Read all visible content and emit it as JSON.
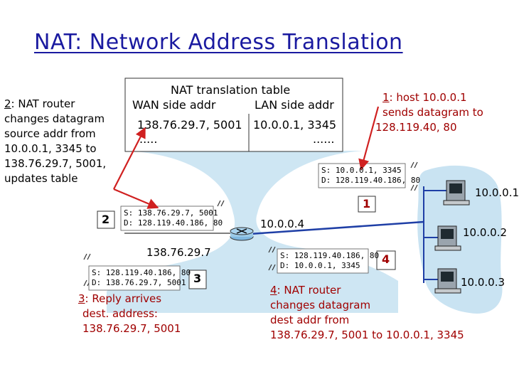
{
  "title": "NAT: Network Address Translation",
  "colors": {
    "title": "#1a1aa0",
    "arrow": "#d02020",
    "cloud": "#c9e3f2",
    "lan_blob": "#c9e3f2",
    "lan_line": "#1f3fa6",
    "note": "#a00000"
  },
  "nat_table": {
    "heading": "NAT translation table",
    "col_wan": "WAN side addr",
    "col_lan": "LAN side addr",
    "row_wan": "138.76.29.7, 5001",
    "row_lan": "10.0.0.1, 3345",
    "ellipsis_wan": ".....",
    "ellipsis_lan": "......"
  },
  "step1": {
    "num": "1",
    "label": ": host 10.0.0.1",
    "line2": "sends datagram to",
    "line3": "128.119.40, 80",
    "badge": "1"
  },
  "step2": {
    "num": "2",
    "label": ": NAT router",
    "line2": "changes datagram",
    "line3": "source addr from",
    "line4": "10.0.0.1, 3345 to",
    "line5": "138.76.29.7, 5001,",
    "line6": "updates table",
    "badge": "2"
  },
  "step3": {
    "num": "3",
    "label": ": Reply arrives",
    "line2": "dest. address:",
    "line3": "138.76.29.7, 5001",
    "badge": "3"
  },
  "step4": {
    "num": "4",
    "label": ": NAT router",
    "line2": "changes datagram",
    "line3": "dest addr from",
    "line4": "138.76.29.7, 5001 to 10.0.0.1, 3345",
    "badge": "4"
  },
  "packets": {
    "p1_src": "S: 10.0.0.1, 3345",
    "p1_dst": "D: 128.119.40.186, 80",
    "p2_src": "S: 138.76.29.7, 5001",
    "p2_dst": "D: 128.119.40.186, 80",
    "p3_src": "S: 128.119.40.186, 80",
    "p3_dst": "D: 138.76.29.7, 5001",
    "p4_src": "S: 128.119.40.186, 80",
    "p4_dst": "D: 10.0.0.1, 3345"
  },
  "addresses": {
    "router_lan": "10.0.0.4",
    "router_wan": "138.76.29.7",
    "host1": "10.0.0.1",
    "host2": "10.0.0.2",
    "host3": "10.0.0.3"
  },
  "icons": {
    "router": "router-icon",
    "host": "desktop-computer-icon"
  }
}
